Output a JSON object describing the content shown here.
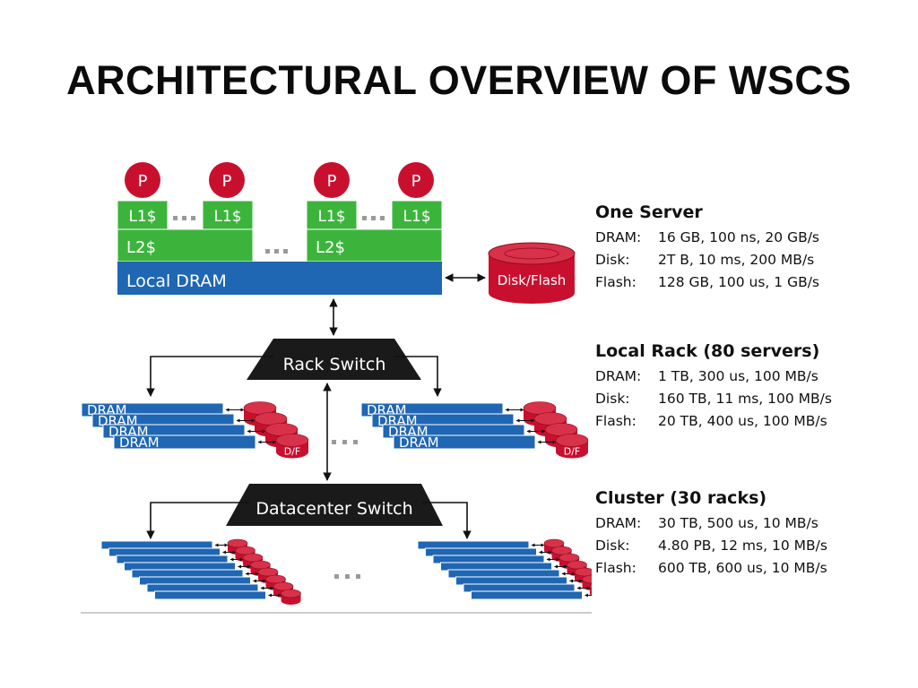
{
  "title": "ARCHITECTURAL OVERVIEW OF WSCS",
  "server": {
    "processor_label": "P",
    "l1_label": "L1$",
    "l2_label": "L2$",
    "dram_label": "Local DRAM",
    "disk_label": "Disk/Flash"
  },
  "switches": {
    "rack": "Rack Switch",
    "datacenter": "Datacenter Switch"
  },
  "rack": {
    "dram_label": "DRAM",
    "disk_label": "D/F"
  },
  "ellipsis": "...",
  "specs": [
    {
      "heading": "One Server",
      "rows": [
        {
          "label": "DRAM:",
          "value": "16 GB, 100 ns, 20 GB/s"
        },
        {
          "label": "Disk:",
          "value": "2T B, 10 ms, 200 MB/s"
        },
        {
          "label": "Flash:",
          "value": "128 GB, 100 us, 1 GB/s"
        }
      ]
    },
    {
      "heading": "Local Rack (80 servers)",
      "rows": [
        {
          "label": "DRAM:",
          "value": "1 TB, 300 us, 100 MB/s"
        },
        {
          "label": "Disk:",
          "value": "160 TB, 11 ms, 100 MB/s"
        },
        {
          "label": "Flash:",
          "value": "20 TB, 400 us, 100 MB/s"
        }
      ]
    },
    {
      "heading": "Cluster (30 racks)",
      "rows": [
        {
          "label": "DRAM:",
          "value": "30 TB, 500 us, 10 MB/s"
        },
        {
          "label": "Disk:",
          "value": "4.80 PB, 12 ms, 10 MB/s"
        },
        {
          "label": "Flash:",
          "value": "600 TB, 600 us, 10 MB/s"
        }
      ]
    }
  ],
  "colors": {
    "processor": "#c8102e",
    "cache": "#3cb43c",
    "dram": "#1f66b3",
    "disk": "#c8102e",
    "switch": "#1a1a1a"
  }
}
